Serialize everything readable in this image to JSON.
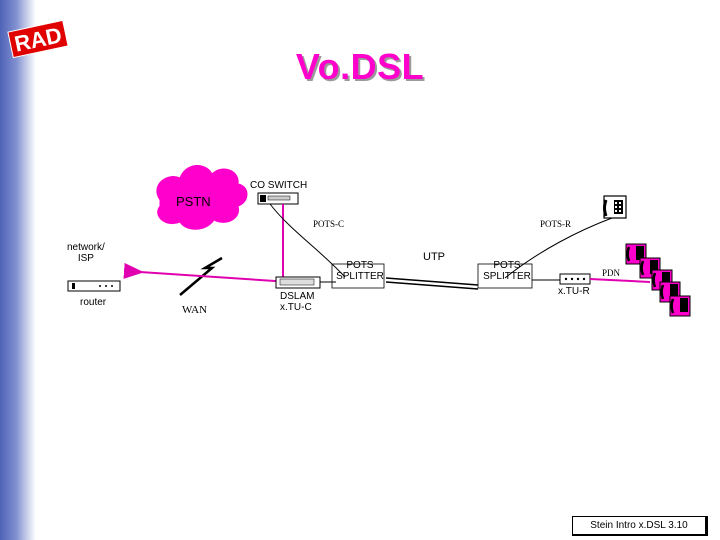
{
  "logo_text": "RAD",
  "title": "Vo.DSL",
  "labels": {
    "co_switch": "CO SWITCH",
    "pstn": "PSTN",
    "pots_c": "POTS-C",
    "pots_r": "POTS-R",
    "network_isp_line1": "network/",
    "network_isp_line2": "ISP",
    "router": "router",
    "wan": "WAN",
    "pots_splitter_left_line1": "POTS",
    "pots_splitter_left_line2": "SPLITTER",
    "utp": "UTP",
    "pots_splitter_right_line1": "POTS",
    "pots_splitter_right_line2": "SPLITTER",
    "dslam_line1": "DSLAM",
    "dslam_line2": "x.TU-C",
    "xtu_r": "x.TU-R",
    "pdn": "PDN"
  },
  "footer": "Stein Intro x.DSL 3.10",
  "colors": {
    "accent": "#ff00cc",
    "sidebar": "#4f63b8"
  }
}
